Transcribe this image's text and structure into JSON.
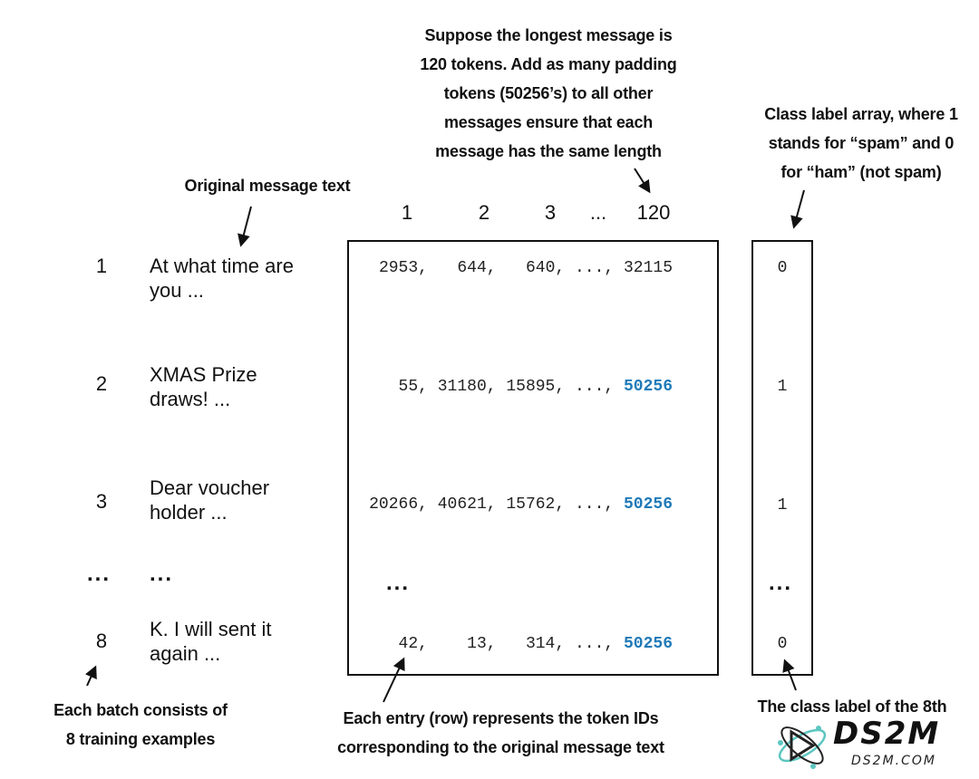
{
  "annotations": {
    "padding": [
      "Suppose the longest message is",
      "120 tokens. Add as many padding",
      "tokens (50256’s) to all other",
      "messages ensure that each",
      "message has the same length"
    ],
    "class_label": [
      "Class label array, where 1",
      "stands for “spam” and 0",
      "for “ham” (not spam)"
    ],
    "original_text": "Original message text",
    "batch": [
      "Each batch consists of",
      "8 training examples"
    ],
    "entry": [
      "Each entry (row) represents the token IDs",
      "corresponding to the original message text"
    ],
    "eighth": "The class label of the 8th"
  },
  "column_headers": [
    "1",
    "2",
    "3",
    "...",
    "120"
  ],
  "rows": [
    {
      "index": "1",
      "text_line1": "At what time are",
      "text_line2": "you ...",
      "tokens": "2953,   644,   640, ..., ",
      "last_token": "32115",
      "last_is_padding": false,
      "label": "0"
    },
    {
      "index": "2",
      "text_line1": "XMAS Prize",
      "text_line2": "draws!  ...",
      "tokens": "55, 31180, 15895, ..., ",
      "last_token": "50256",
      "last_is_padding": true,
      "label": "1"
    },
    {
      "index": "3",
      "text_line1": "Dear voucher",
      "text_line2": "holder ...",
      "tokens": "20266, 40621, 15762, ..., ",
      "last_token": "50256",
      "last_is_padding": true,
      "label": "1"
    },
    {
      "index": "8",
      "text_line1": "K. I will sent it",
      "text_line2": "again ...",
      "tokens": "42,    13,   314, ..., ",
      "last_token": "50256",
      "last_is_padding": true,
      "label": "0"
    }
  ],
  "ellipsis": "...",
  "watermark": {
    "logo": "DS2M",
    "site": "DS2M.COM"
  },
  "colors": {
    "padding_token": "#1f7ab8",
    "logo_accent": "#5cc6c0"
  }
}
